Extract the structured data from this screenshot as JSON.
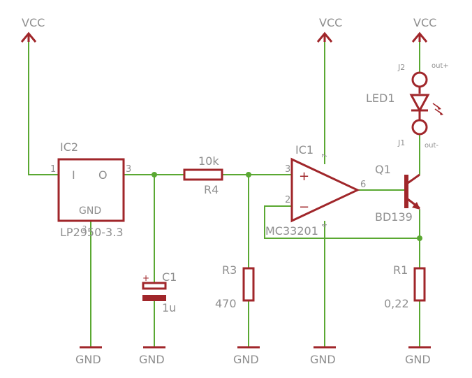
{
  "supplies": {
    "vcc_left": "VCC",
    "vcc_mid": "VCC",
    "vcc_right": "VCC"
  },
  "grounds": {
    "g1": "GND",
    "g2": "GND",
    "g3": "GND",
    "g4": "GND",
    "g5": "GND"
  },
  "ic2": {
    "name": "IC2",
    "value": "LP2950-3.3",
    "pin1": "1",
    "pin3": "3",
    "pin_in": "I",
    "pin_out": "O",
    "pin_gnd": "GND",
    "gnd_pin_num": "2"
  },
  "r4": {
    "name": "R4",
    "value": "10k"
  },
  "c1": {
    "name": "C1",
    "value": "1u",
    "polarity": "+"
  },
  "r3": {
    "name": "R3",
    "value": "470"
  },
  "ic1": {
    "name": "IC1",
    "value": "MC33201",
    "pin3": "3",
    "pin2": "2",
    "pin6": "6",
    "pin7": "7",
    "pin4": "4",
    "plus": "+",
    "minus": "−"
  },
  "q1": {
    "name": "Q1",
    "value": "BD139"
  },
  "r1": {
    "name": "R1",
    "value": "0,22"
  },
  "led": {
    "name": "LED1",
    "j2": "J2",
    "j1": "J1",
    "out_plus": "out+",
    "out_minus": "out-"
  },
  "colors": {
    "wire": "#5aa832",
    "component": "#a0262a",
    "label": "#8f8f8f"
  }
}
